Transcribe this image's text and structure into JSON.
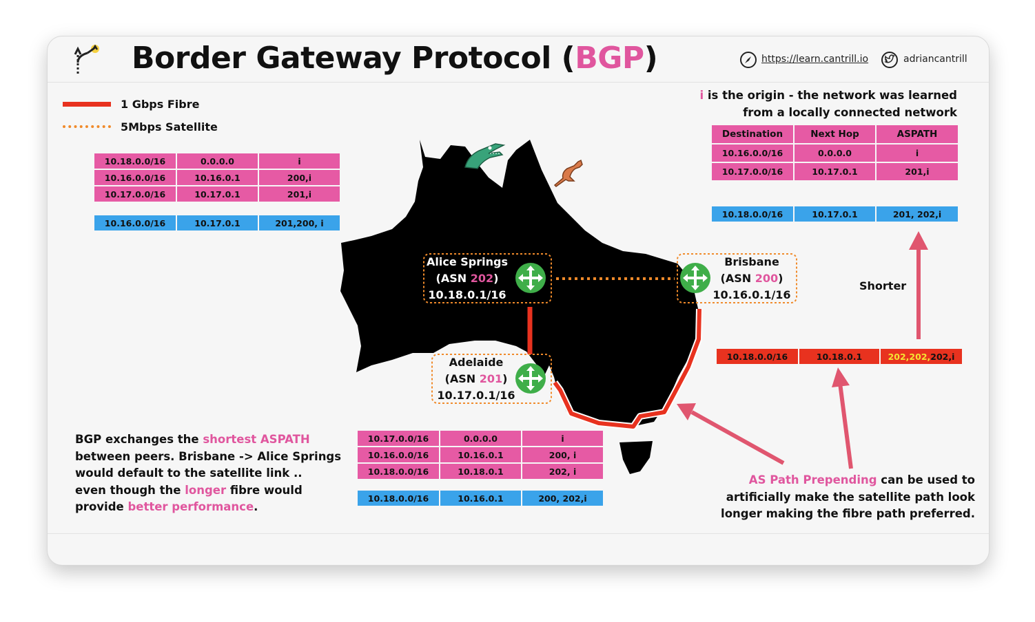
{
  "header": {
    "title_prefix": "Border Gateway Protocol (",
    "title_highlight": "BGP",
    "title_suffix": ")",
    "website": "https://learn.cantrill.io",
    "twitter": "adriancantrill"
  },
  "legend": {
    "fibre_label": "1 Gbps Fibre",
    "satellite_label": "5Mbps Satellite"
  },
  "colors": {
    "pink": "#e65aa4",
    "blue": "#3aa3ea",
    "red": "#e8321f",
    "fibre": "#e8321f",
    "satellite": "#f08a2a",
    "router": "#3fae49"
  },
  "alice_table": {
    "rows": [
      [
        "10.18.0.0/16",
        "0.0.0.0",
        "i"
      ],
      [
        "10.16.0.0/16",
        "10.16.0.1",
        "200,i"
      ],
      [
        "10.17.0.0/16",
        "10.17.0.1",
        "201,i"
      ]
    ],
    "highlight": [
      "10.16.0.0/16",
      "10.17.0.1",
      "201,200, i"
    ]
  },
  "brisbane_table": {
    "origin_note_prefix": "i",
    "origin_note_line1": " is the origin - the network was learned",
    "origin_note_line2": "from a locally connected network",
    "columns": [
      "Destination",
      "Next Hop",
      "ASPATH"
    ],
    "rows": [
      [
        "10.16.0.0/16",
        "0.0.0.0",
        "i"
      ],
      [
        "10.17.0.0/16",
        "10.17.0.1",
        "201,i"
      ]
    ],
    "highlight": [
      "10.18.0.0/16",
      "10.17.0.1",
      "201, 202,i"
    ]
  },
  "prepend_row": {
    "destination": "10.18.0.0/16",
    "next_hop": "10.18.0.1",
    "path_prepended": "202,202,",
    "path_rest": "202,i"
  },
  "shorter_label": "Shorter",
  "adelaide_table": {
    "rows": [
      [
        "10.17.0.0/16",
        "0.0.0.0",
        "i"
      ],
      [
        "10.16.0.0/16",
        "10.16.0.1",
        "200, i"
      ],
      [
        "10.18.0.0/16",
        "10.18.0.1",
        "202, i"
      ]
    ],
    "highlight": [
      "10.18.0.0/16",
      "10.16.0.1",
      "200, 202,i"
    ]
  },
  "routers": {
    "alice": {
      "name": "Alice Springs",
      "asn_prefix": "(ASN ",
      "asn": "202",
      "asn_suffix": ")",
      "cidr": "10.18.0.1/16"
    },
    "brisbane": {
      "name": "Brisbane",
      "asn_prefix": "(ASN ",
      "asn": "200",
      "asn_suffix": ")",
      "cidr": "10.16.0.1/16"
    },
    "adelaide": {
      "name": "Adelaide",
      "asn_prefix": "(ASN ",
      "asn": "201",
      "asn_suffix": ")",
      "cidr": "10.17.0.1/16"
    }
  },
  "bottom_left_note": {
    "l1_a": "BGP exchanges the ",
    "l1_b": "shortest ASPATH",
    "l2": "between peers. Brisbane -> Alice Springs",
    "l3": "would default to the satellite link ..",
    "l4_a": "even though the ",
    "l4_b": "longer",
    "l4_c": " fibre would",
    "l5_a": "provide ",
    "l5_b": "better performance",
    "l5_c": "."
  },
  "bottom_right_note": {
    "l1_a": "AS Path Prepending",
    "l1_b": " can be used to",
    "l2": "artificially make the satellite path look",
    "l3": "longer making the fibre path preferred."
  },
  "icons": [
    "branch-logo-icon",
    "compass-icon",
    "twitter-icon",
    "crocodile-icon",
    "kangaroo-icon",
    "router-icon"
  ]
}
